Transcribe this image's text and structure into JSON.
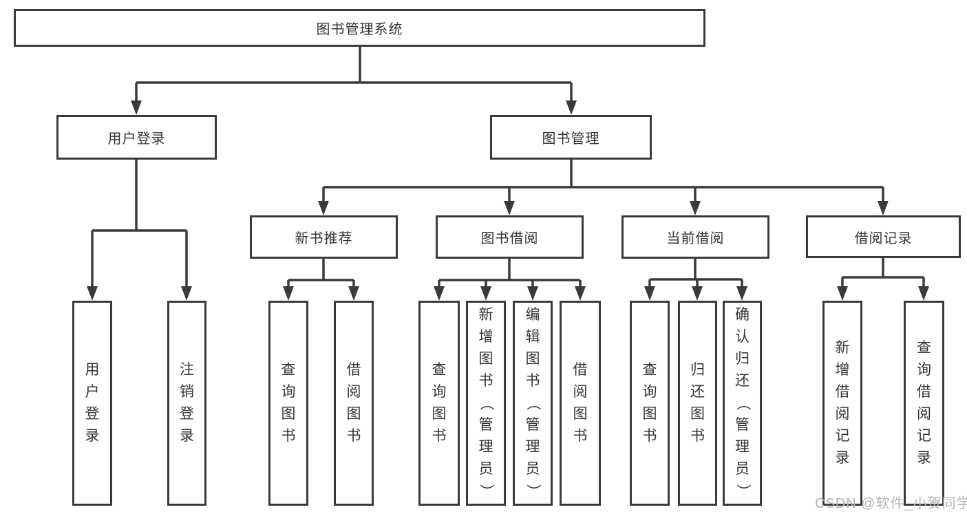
{
  "diagram": {
    "root": "图书管理系统",
    "level2": [
      "用户登录",
      "图书管理"
    ],
    "level3": [
      "新书推荐",
      "图书借阅",
      "当前借阅",
      "借阅记录"
    ],
    "leaves": {
      "user_login": [
        "用户登录",
        "注销登录"
      ],
      "new_books": [
        "查询图书",
        "借阅图书"
      ],
      "book_borrowing": [
        "查询图书",
        "新增图书（管理员）",
        "编辑图书（管理员）",
        "借阅图书"
      ],
      "current_borrowing": [
        "查询图书",
        "归还图书",
        "确认归还（管理员）"
      ],
      "borrowing_records": [
        "新增借阅记录",
        "查询借阅记录"
      ]
    }
  },
  "watermark": "CSDN @软件_小贺同学",
  "colors": {
    "line": "#3a3a3a",
    "text": "#333333",
    "watermark": "#b3b3b3",
    "background": "#ffffff"
  }
}
